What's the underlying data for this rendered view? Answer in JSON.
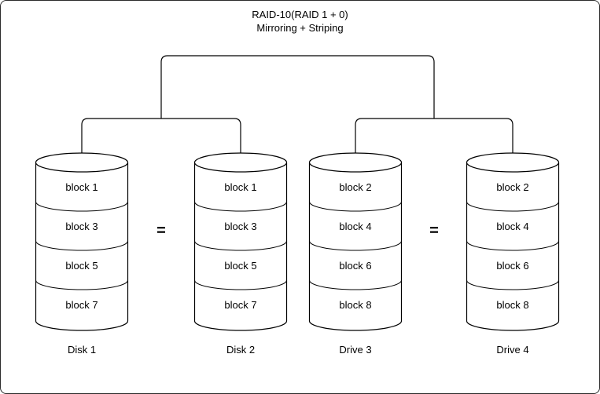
{
  "title": "RAID-10(RAID 1 + 0)",
  "subtitle": "Mirroring + Striping",
  "equals_sign": "=",
  "disks": [
    {
      "name": "Disk 1",
      "blocks": [
        "block 1",
        "block 3",
        "block 5",
        "block 7"
      ]
    },
    {
      "name": "Disk 2",
      "blocks": [
        "block 1",
        "block 3",
        "block 5",
        "block 7"
      ]
    },
    {
      "name": "Drive 3",
      "blocks": [
        "block 2",
        "block 4",
        "block 6",
        "block 8"
      ]
    },
    {
      "name": "Drive 4",
      "blocks": [
        "block 2",
        "block 4",
        "block 6",
        "block 8"
      ]
    }
  ],
  "colors": {
    "stroke": "#000000",
    "background": "#ffffff"
  }
}
